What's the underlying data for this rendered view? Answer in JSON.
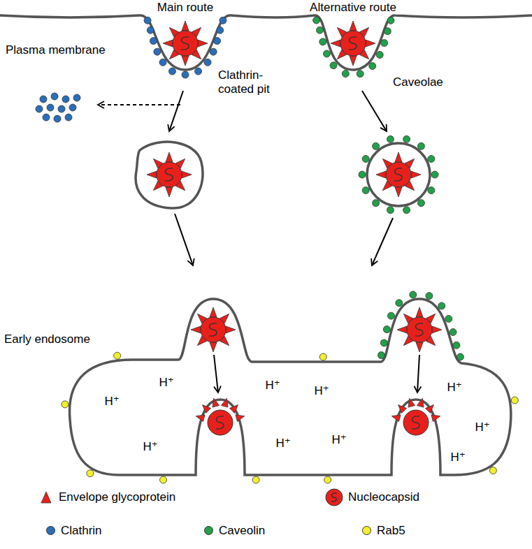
{
  "diagram": {
    "labels": [
      "Main route",
      "Alternative route",
      "Plasma membrane",
      "Clathrin-coated pit",
      "Caveolae",
      "Early endosome",
      "H⁺",
      "H⁺",
      "H⁺",
      "H⁺",
      "H⁺",
      "H⁺",
      "H⁺",
      "H⁺",
      "H⁺",
      "H⁺"
    ],
    "legend": [
      {
        "text": "Envelope glycoprotein"
      },
      {
        "text": "Nucleocapsid"
      },
      {
        "text": "Clathrin",
        "color": "#2a6ebb"
      },
      {
        "text": "Caveolin",
        "color": "#22a04a"
      },
      {
        "text": "Rab5",
        "color": "#f2ef2c"
      }
    ]
  }
}
